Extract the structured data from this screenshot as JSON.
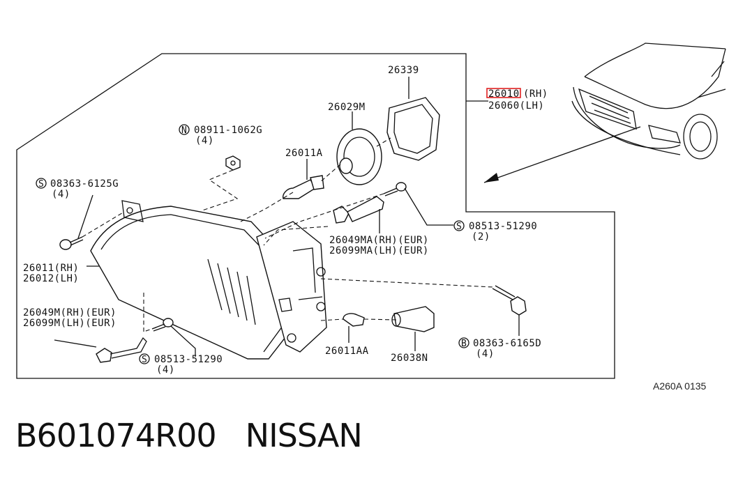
{
  "diagram": {
    "ref_code": "A260A 0135",
    "labels": {
      "p26339": "26339",
      "p26029m": "26029M",
      "p26011a": "26011A",
      "n08911_num": "08911-1062G",
      "n08911_qty": "(4)",
      "s08363_num": "08363-6125G",
      "s08363_qty": "(4)",
      "p26011_rh": "26011(RH)",
      "p26012_lh": "26012(LH)",
      "p26049ma": "26049MA(RH)(EUR)",
      "p26099ma": "26099MA(LH)(EUR)",
      "s08513_top_num": "08513-51290",
      "s08513_top_qty": "(2)",
      "p26049m": "26049M(RH)(EUR)",
      "p26099m": "26099M(LH)(EUR)",
      "s08513_bot_num": "08513-51290",
      "s08513_bot_qty": "(4)",
      "p26011aa": "26011AA",
      "p26038n": "26038N",
      "b08363_num": "08363-6165D",
      "b08363_qty": "(4)",
      "p26010_a": "26010",
      "p26010_b": "(RH)",
      "p26060": "26060(LH)"
    },
    "symbols": {
      "N": "N",
      "S": "S",
      "B": "B"
    },
    "highlight_color": "#e02020"
  },
  "footer": {
    "part_number": "B601074R00",
    "brand": "NISSAN"
  }
}
